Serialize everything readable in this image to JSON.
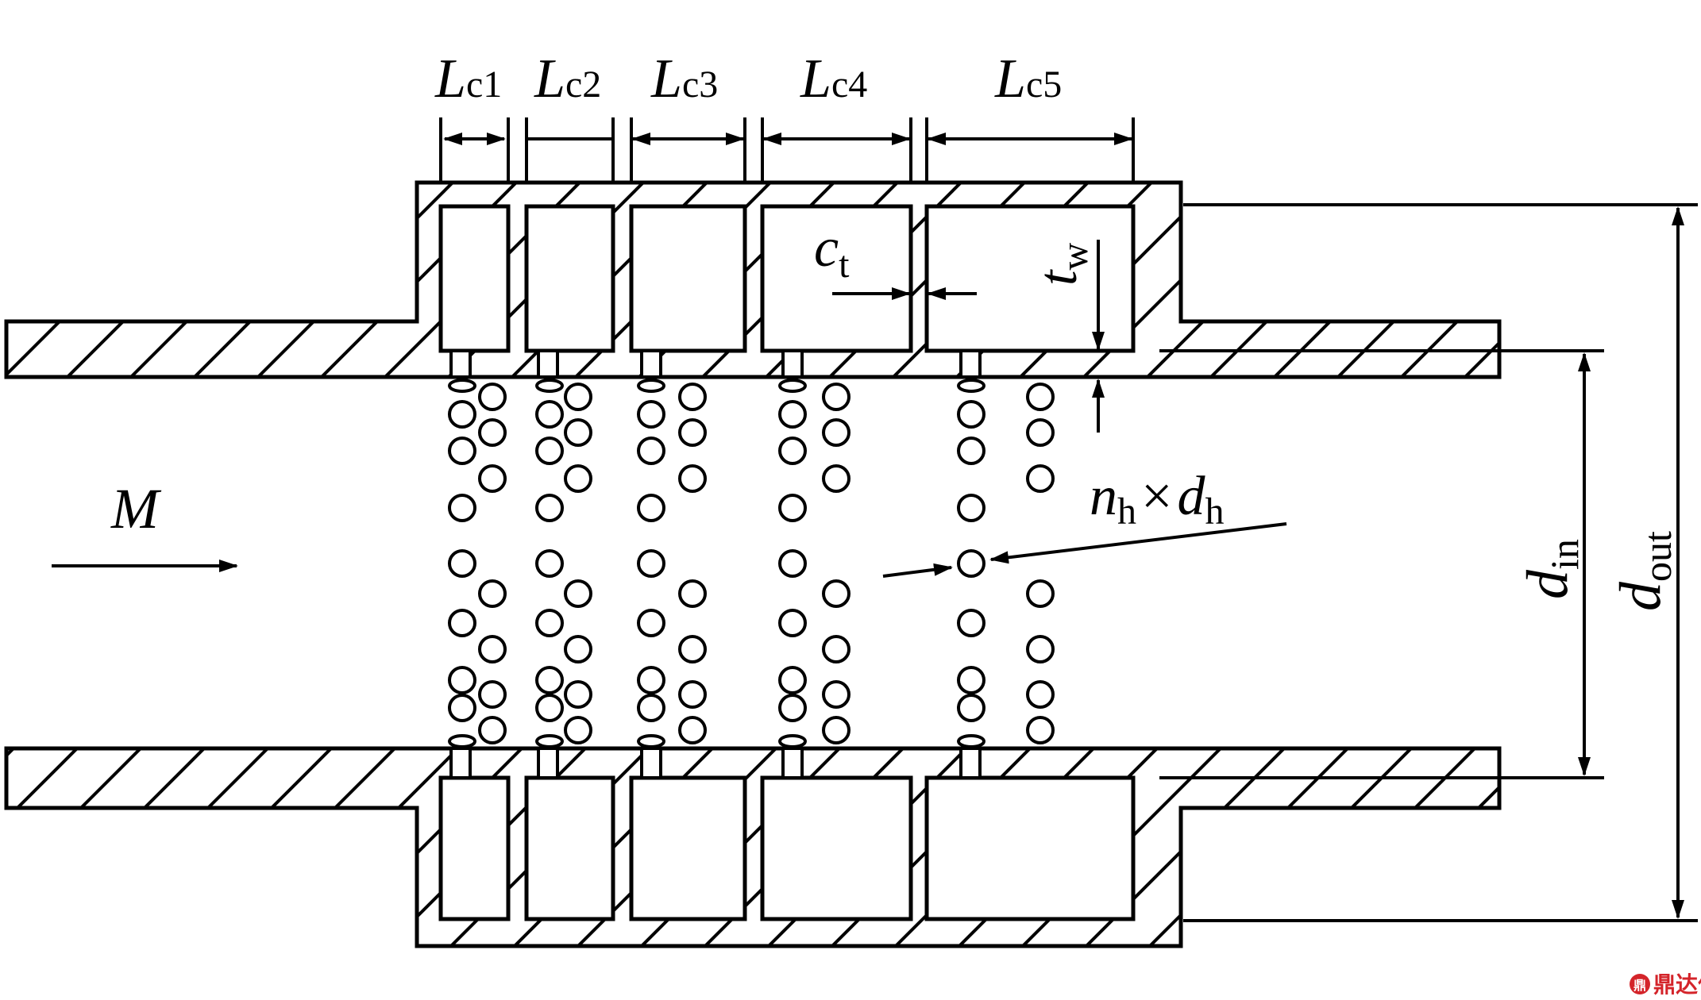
{
  "labels": {
    "lc1": {
      "main": "L",
      "sub": "c1"
    },
    "lc2": {
      "main": "L",
      "sub": "c2"
    },
    "lc3": {
      "main": "L",
      "sub": "c3"
    },
    "lc4": {
      "main": "L",
      "sub": "c4"
    },
    "lc5": {
      "main": "L",
      "sub": "c5"
    },
    "ct": {
      "main": "c",
      "sub": "t"
    },
    "tw": {
      "main": "t",
      "sub": "w"
    },
    "m": "M",
    "nh": {
      "n": "n",
      "nsub": "h",
      "times": "×",
      "d": "d",
      "dsub": "h"
    },
    "din": {
      "main": "d",
      "sub": "in"
    },
    "dout": {
      "main": "d",
      "sub": "out"
    }
  },
  "watermark": {
    "text": "鼎达信",
    "badge": "鼎"
  },
  "colors": {
    "ink": "#000000",
    "watermark": "#d4242a"
  }
}
